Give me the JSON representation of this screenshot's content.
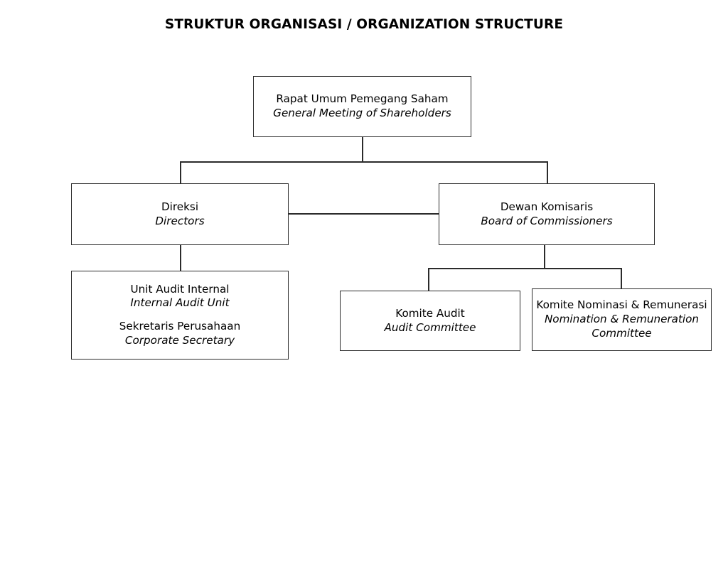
{
  "page": {
    "title": "STRUKTUR ORGANISASI / ORGANIZATION STRUCTURE",
    "background_color": "#ffffff",
    "line_color": "#2b2b2b",
    "text_color": "#000000"
  },
  "chart_data": {
    "type": "diagram",
    "diagram_type": "organization-chart",
    "title": "STRUKTUR ORGANISASI / ORGANIZATION STRUCTURE",
    "nodes": [
      {
        "id": "gms",
        "label_id": "Rapat Umum Pemegang Saham",
        "label_en": "General Meeting of Shareholders",
        "level": 0
      },
      {
        "id": "directors",
        "label_id": "Direksi",
        "label_en": "Directors",
        "level": 1
      },
      {
        "id": "commissioners",
        "label_id": "Dewan Komisaris",
        "label_en": "Board of Commissioners",
        "level": 1
      },
      {
        "id": "internal-audit",
        "label_id": "Unit Audit Internal",
        "label_en": "Internal Audit Unit",
        "label_id_2": "Sekretaris Perusahaan",
        "label_en_2": "Corporate Secretary",
        "level": 2
      },
      {
        "id": "audit-committee",
        "label_id": "Komite Audit",
        "label_en": "Audit Committee",
        "level": 2
      },
      {
        "id": "nomination",
        "label_id": "Komite Nominasi & Remunerasi",
        "label_en": "Nomination & Remuneration Committee",
        "level": 2
      }
    ],
    "edges": [
      {
        "from": "gms",
        "to": "directors",
        "style": "elbow"
      },
      {
        "from": "gms",
        "to": "commissioners",
        "style": "elbow"
      },
      {
        "from": "directors",
        "to": "commissioners",
        "style": "horizontal-link"
      },
      {
        "from": "directors",
        "to": "internal-audit",
        "style": "vertical"
      },
      {
        "from": "commissioners",
        "to": "audit-committee",
        "style": "elbow"
      },
      {
        "from": "commissioners",
        "to": "nomination",
        "style": "elbow"
      }
    ]
  }
}
